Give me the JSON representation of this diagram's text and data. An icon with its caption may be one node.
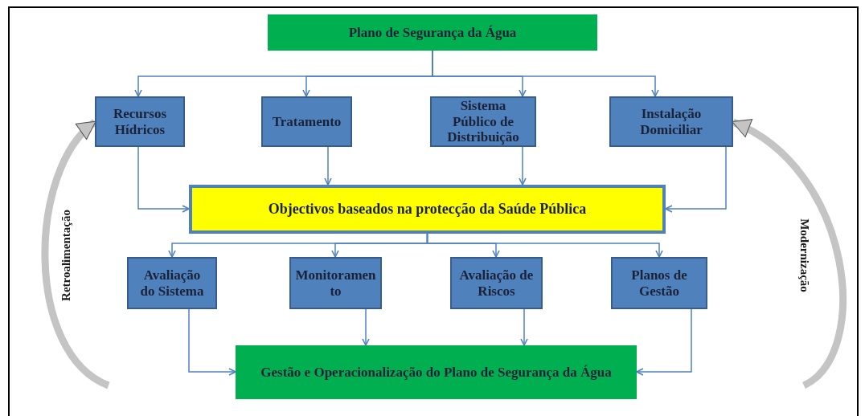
{
  "diagram": {
    "nodes": [
      {
        "text": [
          "Plano de Segurança da Água"
        ]
      },
      {
        "text": [
          "Recursos Hídricos"
        ]
      },
      {
        "text": [
          "Tratamento"
        ]
      },
      {
        "text": [
          "Sistema Público de Distribuição"
        ]
      },
      {
        "text": [
          "Instalação Domiciliar"
        ]
      },
      {
        "text": [
          "Objectivos baseados na protecção da Saúde Pública"
        ]
      },
      {
        "text": [
          "Avaliação do Sistema"
        ]
      },
      {
        "text": [
          "Monitoramen to"
        ]
      },
      {
        "text": [
          "Avaliação de Riscos"
        ]
      },
      {
        "text": [
          "Planos de Gestão"
        ]
      },
      {
        "text": [
          "Gestão e Operacionalização do Plano de Segurança da Água"
        ]
      }
    ],
    "edges": [
      {
        "from": 0,
        "to": 1,
        "arrow": "to"
      },
      {
        "from": 0,
        "to": 2,
        "arrow": "to"
      },
      {
        "from": 0,
        "to": 3,
        "arrow": "to"
      },
      {
        "from": 0,
        "to": 4,
        "arrow": "to"
      },
      {
        "from": 1,
        "to": 5,
        "arrow": "to"
      },
      {
        "from": 2,
        "to": 5,
        "arrow": "to"
      },
      {
        "from": 3,
        "to": 5,
        "arrow": "to"
      },
      {
        "from": 4,
        "to": 5,
        "arrow": "to"
      },
      {
        "from": 5,
        "to": 6,
        "arrow": "to"
      },
      {
        "from": 5,
        "to": 7,
        "arrow": "to"
      },
      {
        "from": 5,
        "to": 8,
        "arrow": "to"
      },
      {
        "from": 5,
        "to": 9,
        "arrow": "to"
      },
      {
        "from": 6,
        "to": 10,
        "arrow": "to"
      },
      {
        "from": 7,
        "to": 10,
        "arrow": "to"
      },
      {
        "from": 8,
        "to": 10,
        "arrow": "to"
      },
      {
        "from": 9,
        "to": 10,
        "arrow": "to"
      },
      {
        "from": null,
        "to": 1,
        "arrow": "to",
        "label": "Retroalimentação",
        "style": "thick",
        "color": "#c4c4c4"
      },
      {
        "from": null,
        "to": 4,
        "arrow": "to",
        "label": "Modernização",
        "style": "thick",
        "color": "#c4c4c4"
      }
    ]
  }
}
